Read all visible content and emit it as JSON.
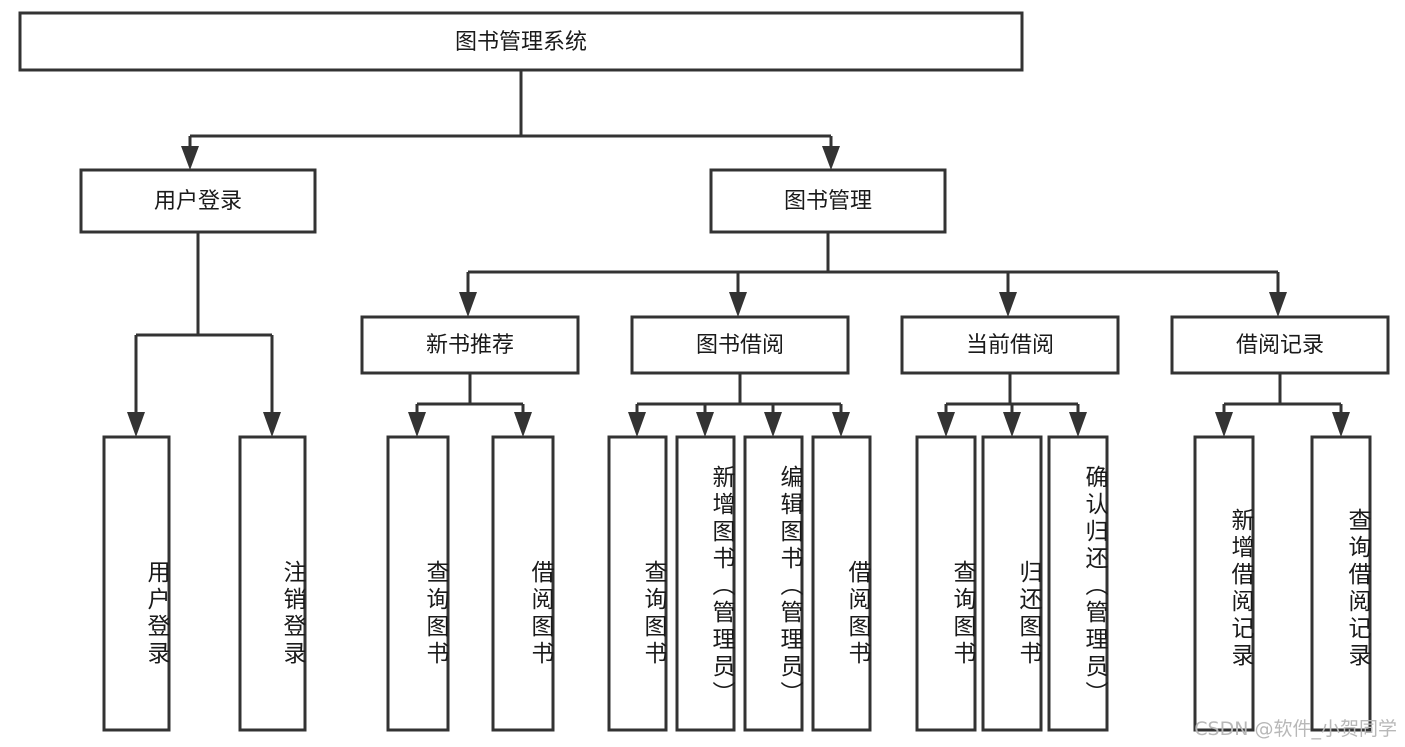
{
  "diagram": {
    "type": "tree-hierarchy",
    "title_node": {
      "id": "root",
      "label": "图书管理系统"
    },
    "level2": [
      {
        "id": "user-login",
        "label": "用户登录"
      },
      {
        "id": "book-manage",
        "label": "图书管理"
      }
    ],
    "level3": [
      {
        "id": "new-book-rec",
        "label": "新书推荐",
        "parent": "book-manage"
      },
      {
        "id": "book-borrow",
        "label": "图书借阅",
        "parent": "book-manage"
      },
      {
        "id": "current-borrow",
        "label": "当前借阅",
        "parent": "book-manage"
      },
      {
        "id": "borrow-record",
        "label": "借阅记录",
        "parent": "book-manage"
      }
    ],
    "leaves": [
      {
        "id": "leaf-user-login",
        "label": "用户登录",
        "parent": "user-login"
      },
      {
        "id": "leaf-logout",
        "label": "注销登录",
        "parent": "user-login"
      },
      {
        "id": "leaf-query-book-1",
        "label": "查询图书",
        "parent": "new-book-rec"
      },
      {
        "id": "leaf-borrow-book-1",
        "label": "借阅图书",
        "parent": "new-book-rec"
      },
      {
        "id": "leaf-query-book-2",
        "label": "查询图书",
        "parent": "book-borrow"
      },
      {
        "id": "leaf-add-book",
        "label": "新增图书（管理员）",
        "parent": "book-borrow"
      },
      {
        "id": "leaf-edit-book",
        "label": "编辑图书（管理员）",
        "parent": "book-borrow"
      },
      {
        "id": "leaf-borrow-book-2",
        "label": "借阅图书",
        "parent": "book-borrow"
      },
      {
        "id": "leaf-query-book-3",
        "label": "查询图书",
        "parent": "current-borrow"
      },
      {
        "id": "leaf-return-book",
        "label": "归还图书",
        "parent": "current-borrow"
      },
      {
        "id": "leaf-confirm-return",
        "label": "确认归还（管理员）",
        "parent": "current-borrow"
      },
      {
        "id": "leaf-add-record",
        "label": "新增借阅记录",
        "parent": "borrow-record"
      },
      {
        "id": "leaf-query-record",
        "label": "查询借阅记录",
        "parent": "borrow-record"
      }
    ],
    "colors": {
      "stroke": "#333333",
      "box_fill": "#ffffff",
      "text": "#1a1a1a",
      "watermark": "#b8b8b8",
      "background": "#ffffff"
    }
  },
  "watermark": {
    "text": "CSDN @软件_小贺同学"
  }
}
